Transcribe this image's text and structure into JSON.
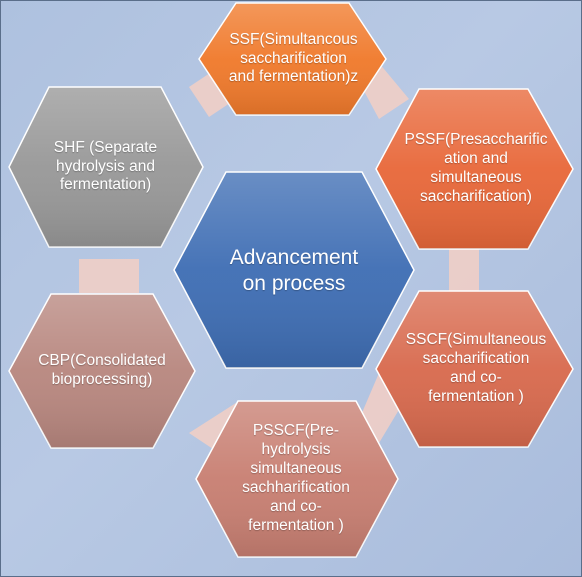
{
  "diagram": {
    "center": {
      "label": "Advancement\non process",
      "color": "#3f6eb4"
    },
    "nodes": [
      {
        "id": "ssf",
        "label": "SSF(Simultancous\nsaccharification\nand fermentation)z",
        "color": "#f07a2c"
      },
      {
        "id": "pssf",
        "label": "PSSF(Presaccharific\nation and\nsimultaneous\nsaccharification)",
        "color": "#e8683a"
      },
      {
        "id": "sscf",
        "label": "SSCF(Simultaneous\nsaccharification\nand co-\nfermentation )",
        "color": "#d86a4e"
      },
      {
        "id": "psscf",
        "label": "PSSCF(Pre-\nhydrolysis\nsimultaneous\nsachharification\nand co-\nfermentation )",
        "color": "#c87f72"
      },
      {
        "id": "cbp",
        "label": "CBP(Consolidated\nbioprocessing)",
        "color": "#b8877f"
      },
      {
        "id": "shf",
        "label": "SHF (Separate\nhydrolysis and\nfermentation)",
        "color": "#989898"
      }
    ],
    "connector_color": "#f3cfc4",
    "outline_color": "#ffffff"
  }
}
